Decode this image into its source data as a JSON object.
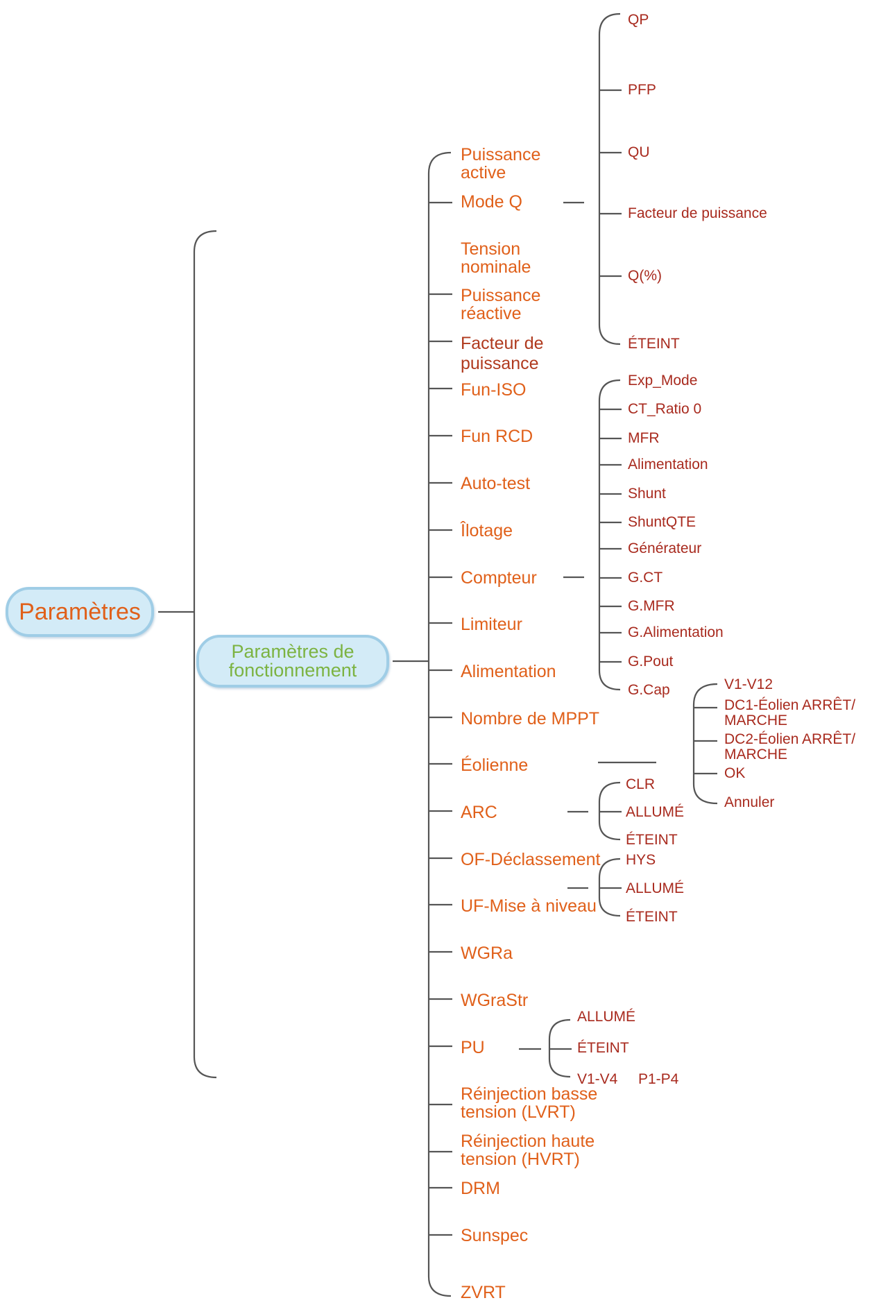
{
  "root": {
    "label": "Paramètres"
  },
  "sub": {
    "label": "Paramètres de fonctionnement"
  },
  "params": [
    "Puissance active",
    "Mode Q",
    "Tension nominale",
    "Puissance réactive",
    "Facteur de puissance",
    "Fun-ISO",
    "Fun RCD",
    "Auto-test",
    "Îlotage",
    "Compteur",
    "Limiteur",
    "Alimentation",
    "Nombre de MPPT",
    "Éolienne",
    "ARC",
    "OF-Déclassement",
    "UF-Mise à niveau",
    "WGRa",
    "WGraStr",
    "PU",
    "Réinjection basse tension (LVRT)",
    "Réinjection haute tension (HVRT)",
    "DRM",
    "Sunspec",
    "ZVRT"
  ],
  "mode_q": [
    "QP",
    "PFP",
    "QU",
    "Facteur de puissance",
    "Q(%)",
    "ÉTEINT"
  ],
  "compteur": [
    "Exp_Mode",
    "CT_Ratio 0",
    "MFR",
    "Alimentation",
    "Shunt",
    "ShuntQTE",
    "Générateur",
    "G.CT",
    "G.MFR",
    "G.Alimentation",
    "G.Pout",
    "G.Cap"
  ],
  "eolienne": [
    "V1-V12",
    "DC1-Éolien ARRÊT/ MARCHE",
    "DC2-Éolien ARRÊT/ MARCHE",
    "OK",
    "Annuler"
  ],
  "arc": [
    "CLR",
    "ALLUMÉ",
    "ÉTEINT"
  ],
  "of_uf": [
    "HYS",
    "ALLUMÉ",
    "ÉTEINT"
  ],
  "pu": [
    "ALLUMÉ",
    "ÉTEINT",
    "V1-V4",
    "P1-P4"
  ]
}
